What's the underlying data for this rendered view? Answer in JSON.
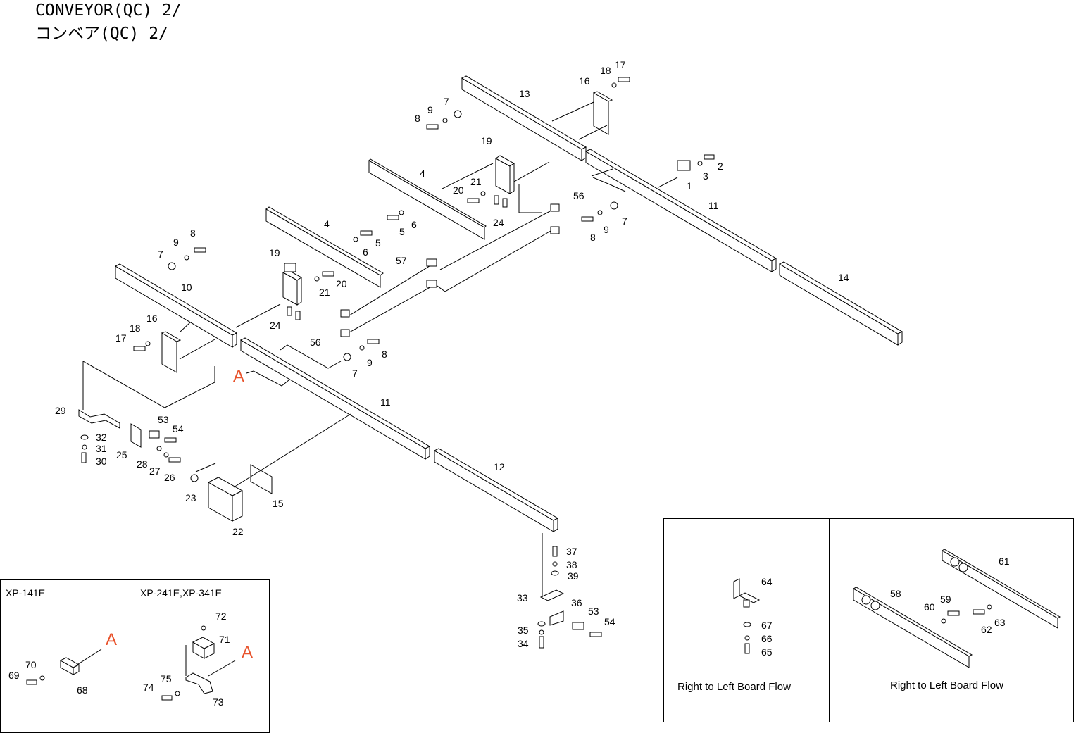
{
  "title": {
    "line1": "CONVEYOR(QC) 2/",
    "line2": "コンベア(QC) 2/"
  },
  "callout_ref": "A",
  "numbers": {
    "n1": "1",
    "n2": "2",
    "n3": "3",
    "n4": "4",
    "n5": "5",
    "n6": "6",
    "n7": "7",
    "n8": "8",
    "n9": "9",
    "n10": "10",
    "n11": "11",
    "n12": "12",
    "n13": "13",
    "n14": "14",
    "n15": "15",
    "n16": "16",
    "n17": "17",
    "n18": "18",
    "n19": "19",
    "n20": "20",
    "n21": "21",
    "n22": "22",
    "n23": "23",
    "n24": "24",
    "n25": "25",
    "n26": "26",
    "n27": "27",
    "n28": "28",
    "n29": "29",
    "n30": "30",
    "n31": "31",
    "n32": "32",
    "n33": "33",
    "n34": "34",
    "n35": "35",
    "n36": "36",
    "n37": "37",
    "n38": "38",
    "n39": "39",
    "n53": "53",
    "n54": "54",
    "n56": "56",
    "n57": "57",
    "n58": "58",
    "n59": "59",
    "n60": "60",
    "n61": "61",
    "n62": "62",
    "n63": "63",
    "n64": "64",
    "n65": "65",
    "n66": "66",
    "n67": "67",
    "n68": "68",
    "n69": "69",
    "n70": "70",
    "n71": "71",
    "n72": "72",
    "n73": "73",
    "n74": "74",
    "n75": "75"
  },
  "insets": {
    "xp141e": "XP-141E",
    "xp241e": "XP-241E,XP-341E",
    "flow_left": "Right to Left Board Flow",
    "flow_right": "Right to Left Board Flow"
  }
}
